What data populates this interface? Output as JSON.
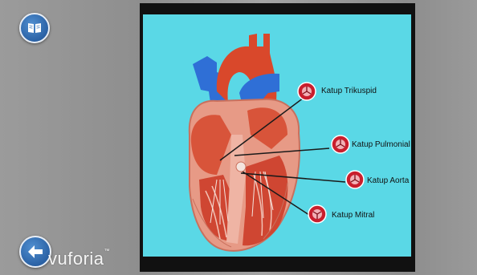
{
  "app": {
    "watermark": "vuforia",
    "watermark_tm": "™"
  },
  "buttons": {
    "book": {
      "icon": "book-icon"
    },
    "back": {
      "icon": "back-arrow-icon"
    }
  },
  "valves": [
    {
      "label": "Katup Trikuspid"
    },
    {
      "label": "Katup Pulmonial"
    },
    {
      "label": "Katup Aorta"
    },
    {
      "label": "Katup Mitral"
    }
  ],
  "colors": {
    "screen_bg": "#5ad8e6",
    "artery": "#d9482b",
    "vein": "#2f6fd6",
    "muscle": "#e79a86",
    "valve_ring": "#c91e2d",
    "button": "#2e6db4"
  }
}
